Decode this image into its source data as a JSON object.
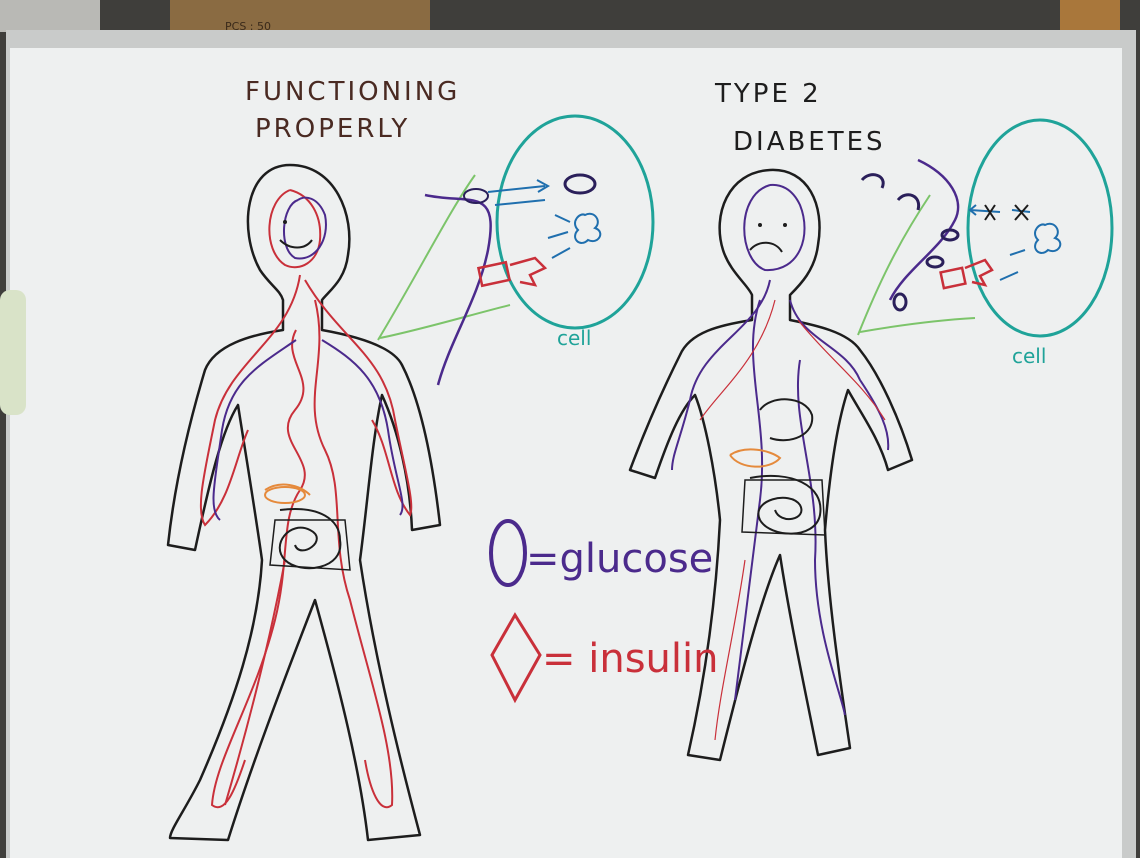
{
  "background_box_label": "PCS : 50",
  "left_title": [
    "FUNCTIONING",
    "PROPERLY"
  ],
  "right_title": [
    "TYPE 2",
    "DIABETES"
  ],
  "cell_label_left": "cell",
  "cell_label_right": "cell",
  "legend": {
    "glucose_label": "=glucose",
    "insulin_label": "= insulin"
  },
  "colors": {
    "black_marker": "#1d1d1d",
    "red_marker": "#c9303a",
    "purple_marker": "#4b2a8c",
    "teal_marker": "#1fa399",
    "blue_marker": "#1f6fae",
    "green_marker": "#7cc46a",
    "orange_marker": "#e58a3c",
    "title_brown": "#4a2a22"
  }
}
